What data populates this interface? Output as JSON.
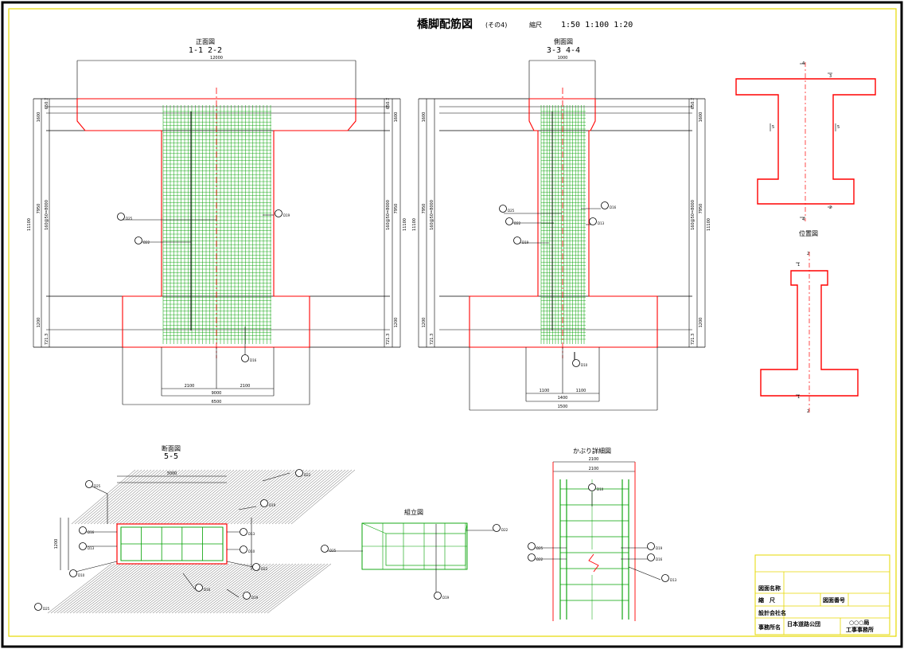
{
  "drawing": {
    "title": "橋脚配筋図",
    "subtitle": "(その4)",
    "scale_label": "縮尺",
    "scale_values": "1:50  1:100 1:20"
  },
  "views": {
    "front": {
      "title": "正面図",
      "section": "1-1  2-2",
      "top_width": "12000",
      "bottom_inner": "9000",
      "bottom_outer": "6500",
      "half_left": "2100",
      "half_right": "2100"
    },
    "side": {
      "title": "側面図",
      "section": "3-3  4-4",
      "top_width": "1000",
      "bottom_inner": "1400",
      "bottom_outer": "1500",
      "half_left": "1100",
      "half_right": "1100"
    },
    "position": {
      "title": "位置図"
    },
    "section55": {
      "title": "断面図",
      "section": "5-5",
      "width": "3000",
      "height": "1200"
    },
    "assembly": {
      "title": "組立図"
    },
    "cover": {
      "title": "かぶり詳細図",
      "width": "2100",
      "mid": "2100"
    }
  },
  "dims": {
    "vert_total": "11100",
    "vert_mid": "7950",
    "vert_top": "1600",
    "vert_bottom": "1200",
    "vert_small_a": "650.7",
    "vert_small_b": "721.3",
    "vert_stack": "160@50=8000"
  },
  "rebar_labels": {
    "r1": "D25",
    "r2": "D22",
    "r3": "D19",
    "r4": "D16",
    "r5": "D13",
    "r6": "D10"
  },
  "marks": [
    "1",
    "2",
    "3",
    "4",
    "5"
  ],
  "titleblock": {
    "row1_label": "図面名称",
    "row2_label": "縮　尺",
    "row2_mid": "図面番号",
    "row3_label": "設計会社名",
    "row4_label": "事務所名",
    "row4_mid": "日本道路公団",
    "row4_right1": "○○○局",
    "row4_right2": "工事事務所"
  },
  "colors": {
    "concrete": "#ff0000",
    "rebar": "#00a000",
    "dim": "#000000",
    "border": "#ffff00"
  }
}
